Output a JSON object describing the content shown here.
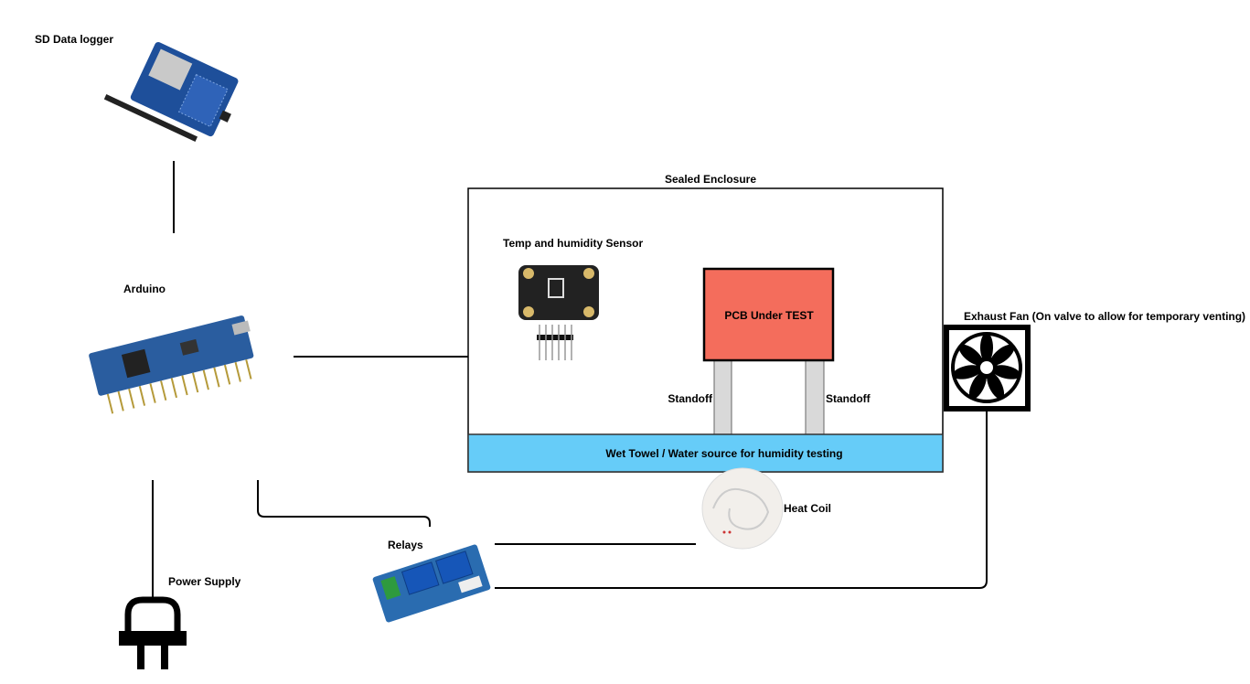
{
  "labels": {
    "sd_logger": "SD Data logger",
    "arduino": "Arduino",
    "enclosure": "Sealed Enclosure",
    "sensor": "Temp and humidity Sensor",
    "pcb": "PCB Under TEST",
    "standoff_left": "Standoff",
    "standoff_right": "Standoff",
    "water": "Wet Towel / Water source for humidity testing",
    "heat_coil": "Heat Coil",
    "fan": "Exhaust Fan (On valve to allow for temporary venting)",
    "relays": "Relays",
    "power": "Power Supply"
  },
  "colors": {
    "pcb": "#f46d5c",
    "water": "#66ccf8",
    "standoff": "#d9d9d9",
    "board_blue": "#1e4f9a"
  }
}
